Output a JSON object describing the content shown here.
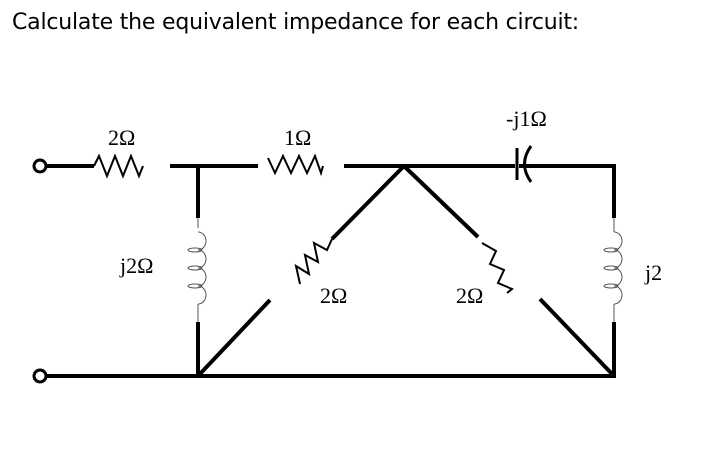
{
  "title": "Calculate the equivalent impedance for each circuit:",
  "circuit": {
    "components": [
      {
        "id": "R1",
        "type": "resistor",
        "label": "2Ω",
        "position": "top-left series"
      },
      {
        "id": "R2",
        "type": "resistor",
        "label": "1Ω",
        "position": "top middle series"
      },
      {
        "id": "C1",
        "type": "capacitor",
        "label": "-j1Ω",
        "position": "top right series"
      },
      {
        "id": "L1",
        "type": "inductor",
        "label": "j2Ω",
        "position": "left shunt"
      },
      {
        "id": "R3",
        "type": "resistor",
        "label": "2Ω",
        "position": "left diagonal"
      },
      {
        "id": "R4",
        "type": "resistor",
        "label": "2Ω",
        "position": "right diagonal"
      },
      {
        "id": "L2",
        "type": "inductor",
        "label": "j2",
        "position": "right shunt"
      }
    ],
    "terminals": [
      "top-left terminal",
      "bottom-left terminal"
    ]
  }
}
